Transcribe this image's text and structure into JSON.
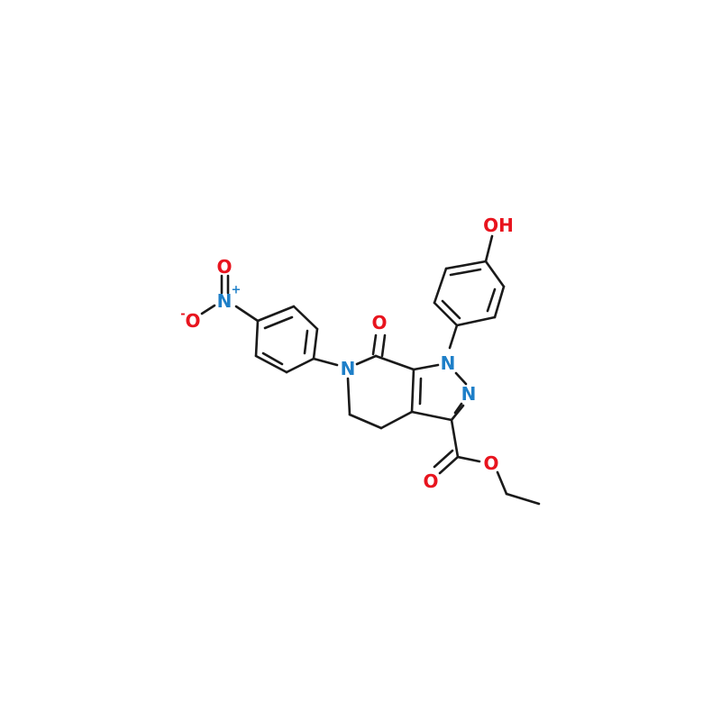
{
  "molecule": {
    "atoms": {
      "hydroxyl": "OH",
      "nitro_o_top": "O",
      "nitro_n": "N",
      "nitro_n_charge": "+",
      "nitro_o_left": "O",
      "nitro_o_charge": "-",
      "ketone_o": "O",
      "lactam_n": "N",
      "pyrazole_n1": "N",
      "pyrazole_n2": "N",
      "ester_o_carbonyl": "O",
      "ester_o_ether": "O"
    },
    "colors": {
      "bond": "#1a1a1a",
      "oxygen": "#e8141e",
      "nitrogen": "#1e7fc8"
    }
  }
}
